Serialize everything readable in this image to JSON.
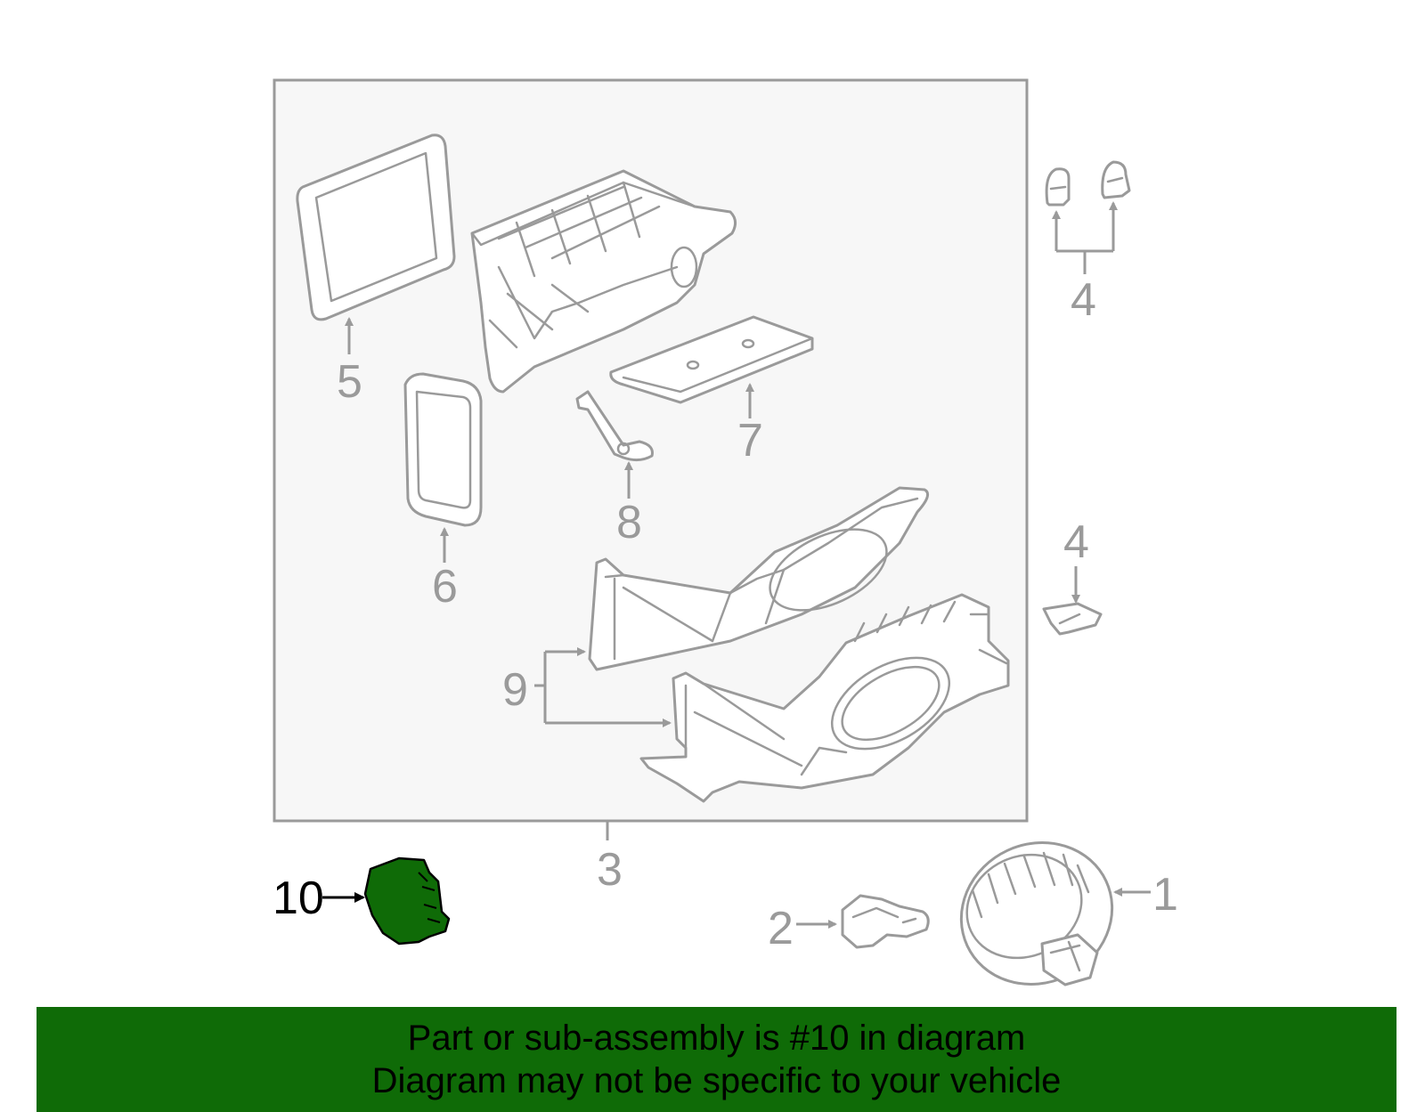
{
  "callouts": {
    "c1": "1",
    "c2": "2",
    "c3": "3",
    "c4_top": "4",
    "c4_side": "4",
    "c5": "5",
    "c6": "6",
    "c7": "7",
    "c8": "8",
    "c9": "9",
    "c10": "10"
  },
  "highlighted_part": "10",
  "colors": {
    "highlight_fill": "#0f6b07",
    "banner_background": "#0f6b07",
    "line_art": "#9a9a9a",
    "subassembly_box_fill": "#f7f7f7"
  },
  "banner": {
    "line1": "Part or sub-assembly is #10 in diagram",
    "line2": "Diagram may not be specific to your vehicle"
  }
}
